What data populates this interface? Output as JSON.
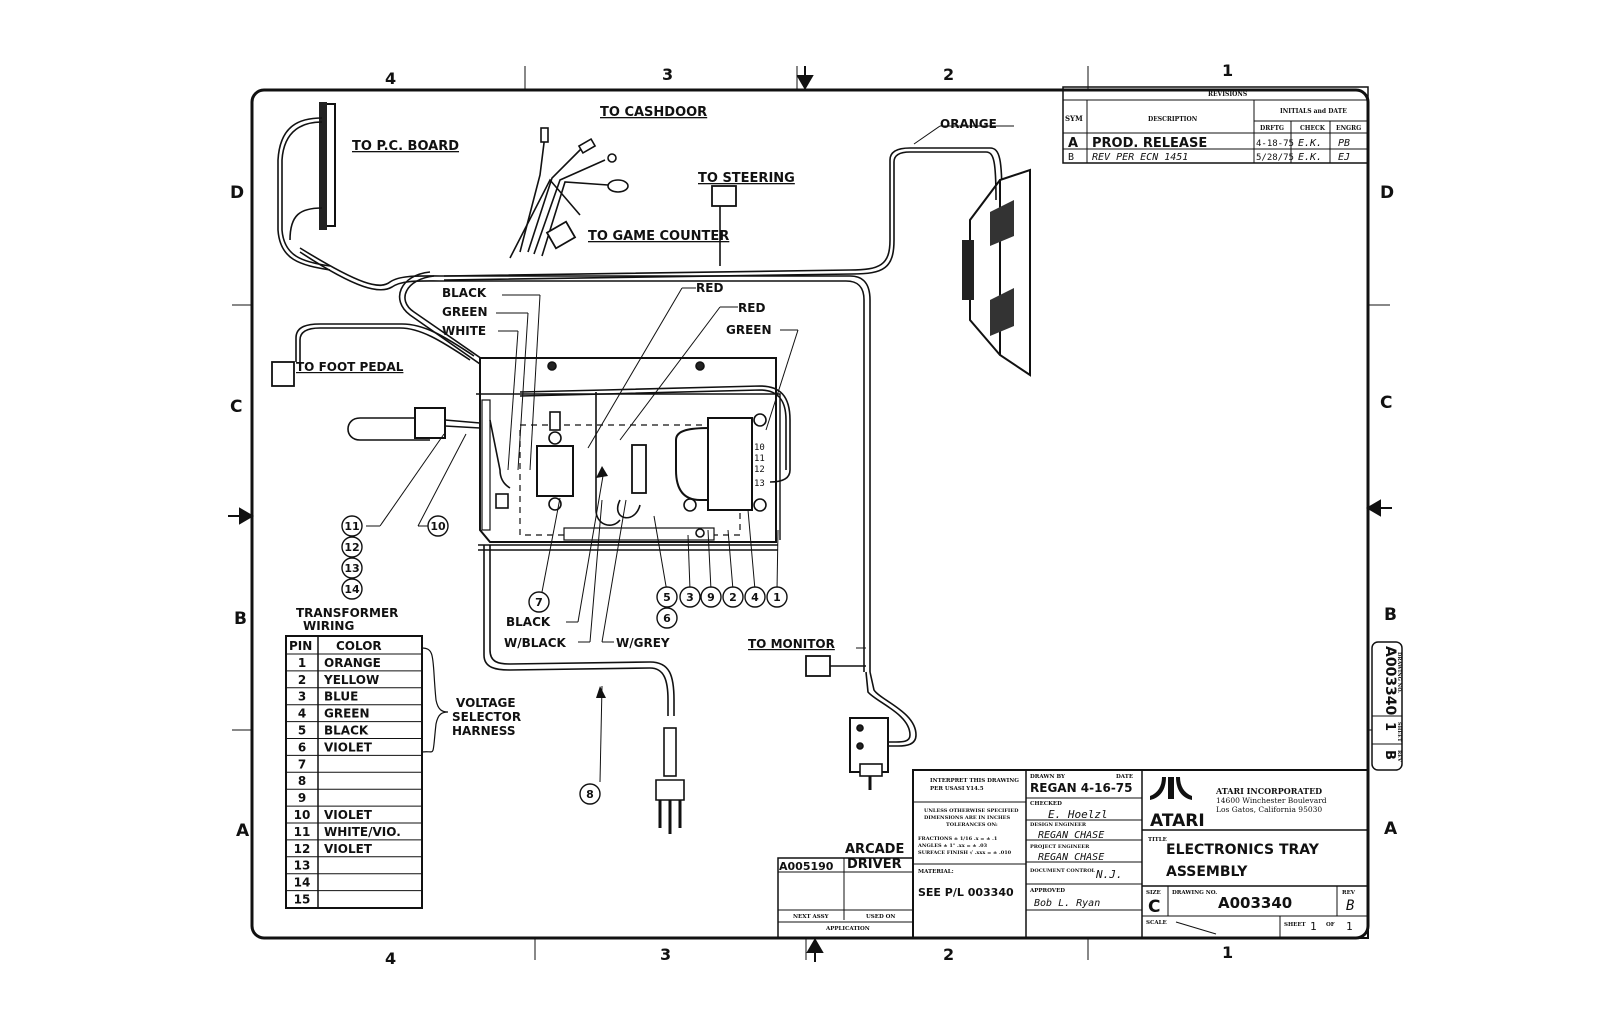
{
  "zone_labels": {
    "cols_top": [
      "4",
      "3",
      "2",
      "1"
    ],
    "cols_bottom": [
      "4",
      "3",
      "2",
      "1"
    ],
    "rows": [
      "D",
      "C",
      "B",
      "A"
    ]
  },
  "labels": {
    "to_pc_board": "TO P.C. BOARD",
    "to_cashdoor": "TO CASHDOOR",
    "to_steering": "TO STEERING",
    "orange": "ORANGE",
    "to_game_counter": "TO GAME COUNTER",
    "to_foot_pedal": "TO FOOT PEDAL",
    "black": "BLACK",
    "green": "GREEN",
    "white": "WHITE",
    "red1": "RED",
    "red2": "RED",
    "green2": "GREEN",
    "black2": "BLACK",
    "w_black": "W/BLACK",
    "w_grey": "W/GREY",
    "to_monitor": "TO MONITOR",
    "voltage_selector": [
      "VOLTAGE",
      "SELECTOR",
      "HARNESS"
    ],
    "terminals": [
      "10",
      "11",
      "12",
      "13"
    ]
  },
  "callouts": {
    "left_stack": [
      "11",
      "12",
      "13",
      "14"
    ],
    "c10": "10",
    "c7": "7",
    "c8": "8",
    "row": [
      "5",
      "3",
      "9",
      "2",
      "4",
      "1"
    ],
    "c6": "6"
  },
  "transformer_table": {
    "title": [
      "TRANSFORMER",
      "WIRING"
    ],
    "headers": [
      "PIN",
      "COLOR"
    ],
    "rows": [
      {
        "pin": "1",
        "color": "ORANGE"
      },
      {
        "pin": "2",
        "color": "YELLOW"
      },
      {
        "pin": "3",
        "color": "BLUE"
      },
      {
        "pin": "4",
        "color": "GREEN"
      },
      {
        "pin": "5",
        "color": "BLACK"
      },
      {
        "pin": "6",
        "color": "VIOLET"
      },
      {
        "pin": "7",
        "color": ""
      },
      {
        "pin": "8",
        "color": ""
      },
      {
        "pin": "9",
        "color": ""
      },
      {
        "pin": "10",
        "color": "VIOLET"
      },
      {
        "pin": "11",
        "color": "WHITE/VIO."
      },
      {
        "pin": "12",
        "color": "VIOLET"
      },
      {
        "pin": "13",
        "color": ""
      },
      {
        "pin": "14",
        "color": ""
      },
      {
        "pin": "15",
        "color": ""
      }
    ]
  },
  "revisions": {
    "title": "REVISIONS",
    "col_sym": "SYM",
    "col_desc": "DESCRIPTION",
    "col_init": "INITIALS and DATE",
    "col_drftg": "DRFTG",
    "col_check": "CHECK",
    "col_engrg": "ENGRG",
    "rows": [
      {
        "sym": "A",
        "desc": "PROD. RELEASE",
        "date": "4-18-75",
        "check": "E.K.",
        "engrg": "PB"
      },
      {
        "sym": "B",
        "desc": "REV PER ECN 1451",
        "date": "5/28/75",
        "check": "E.K.",
        "engrg": "EJ"
      }
    ]
  },
  "application": {
    "part": "A005190",
    "name": [
      "ARCADE",
      "DRIVER"
    ],
    "next_assy": "NEXT ASSY",
    "used_on": "USED ON",
    "label": "APPLICATION"
  },
  "title_block": {
    "interpret": [
      "INTERPRET THIS DRAWING",
      "PER USASI Y14.5"
    ],
    "tolerances": [
      "UNLESS OTHERWISE SPECIFIED",
      "DIMENSIONS ARE IN INCHES",
      "TOLERANCES ON:"
    ],
    "fractions": "FRACTIONS ± 1/16   .x = ± .1",
    "angles": "ANGLES ± 1°   .xx = ± .03",
    "finish": "SURFACE FINISH √   .xxx = ± .010",
    "material_label": "MATERIAL:",
    "material": "SEE P/L 003340",
    "drawn_by_label": "DRAWN BY",
    "date_label": "DATE",
    "drawn_by": "REGAN 4-16-75",
    "checked_label": "CHECKED",
    "checked": "E. Hoelzl",
    "design_label": "DESIGN ENGINEER",
    "design": "REGAN CHASE",
    "project_label": "PROJECT ENGINEER",
    "project": "REGAN CHASE",
    "doc_control_label": "DOCUMENT CONTROL",
    "doc_control": "N.J.",
    "approved_label": "APPROVED",
    "approved": "Bob L. Ryan",
    "company_logo": "ATARI",
    "company": [
      "ATARI INCORPORATED",
      "14600 Winchester Boulevard",
      "Los Gatos, California 95030"
    ],
    "title_label": "TITLE",
    "title": [
      "ELECTRONICS TRAY",
      "ASSEMBLY"
    ],
    "size_label": "SIZE",
    "size": "C",
    "dwg_label": "DRAWING NO.",
    "dwg_no": "A003340",
    "rev_label": "REV",
    "rev": "B",
    "scale_label": "SCALE",
    "sheet_label": "SHEET",
    "sheet": "1",
    "of_label": "OF",
    "of": "1"
  },
  "side_tab": {
    "dwg_label": "DRAWING NO.",
    "dwg": "A003340",
    "sheet_label": "SHEET",
    "sheet": "1",
    "rev_label": "REV",
    "rev": "B"
  }
}
